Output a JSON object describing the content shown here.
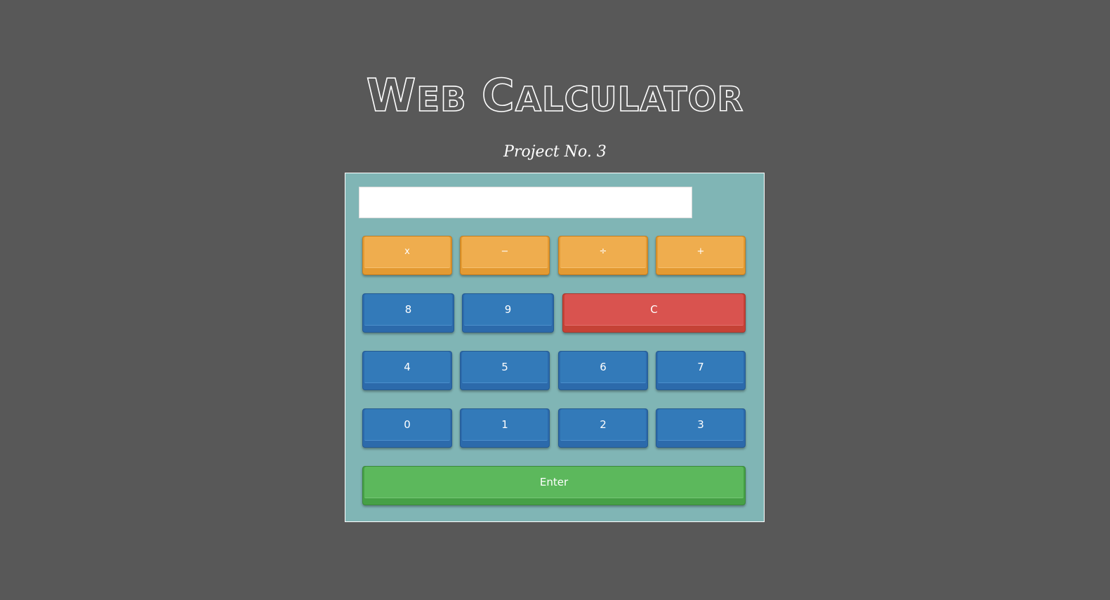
{
  "header": {
    "title_parts": [
      "W",
      "eb",
      "C",
      "alculator"
    ],
    "subtitle": "Project No. 3"
  },
  "display": {
    "value": "",
    "placeholder": ""
  },
  "operators": {
    "multiply": "x",
    "subtract": "−",
    "divide": "÷",
    "add": "+"
  },
  "digits": {
    "d0": "0",
    "d1": "1",
    "d2": "2",
    "d3": "3",
    "d4": "4",
    "d5": "5",
    "d6": "6",
    "d7": "7",
    "d8": "8",
    "d9": "9"
  },
  "actions": {
    "clear": "C",
    "enter": "Enter"
  },
  "colors": {
    "background": "#585858",
    "panel": "#80b5b5",
    "operator": "#efad4e",
    "digit": "#337ab9",
    "clear": "#d9534f",
    "enter": "#5cb85c"
  }
}
